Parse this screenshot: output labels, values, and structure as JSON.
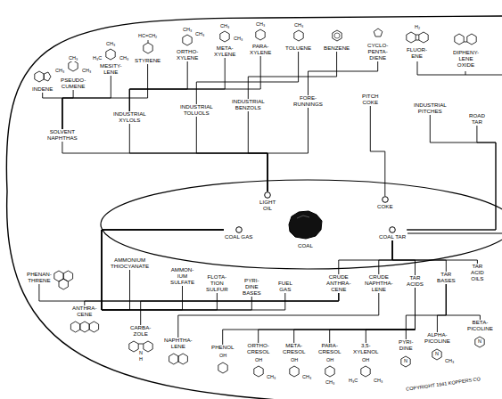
{
  "diagram": {
    "nodes": [
      {
        "text": [
          "INDENE"
        ]
      },
      {
        "text": [
          "PSEUDO- CUMENE"
        ]
      },
      {
        "text": [
          "MESITY- LENE"
        ]
      },
      {
        "text": [
          "STYRENE"
        ]
      },
      {
        "text": [
          "ORTHO- XYLENE"
        ]
      },
      {
        "text": [
          "META- XYLENE"
        ]
      },
      {
        "text": [
          "PARA- XYLENE"
        ]
      },
      {
        "text": [
          "TOLUENE"
        ]
      },
      {
        "text": [
          "BENZENE"
        ]
      },
      {
        "text": [
          "CYCLO- PENTA- DIENE"
        ]
      },
      {
        "text": [
          "FLUOR- ENE"
        ]
      },
      {
        "text": [
          "DIPHENY- LENE OXIDE"
        ]
      },
      {
        "text": [
          "SOLVENT NAPHTHAS"
        ]
      },
      {
        "text": [
          "INDUSTRIAL XYLOLS"
        ]
      },
      {
        "text": [
          "INDUSTRIAL TOLUOLS"
        ]
      },
      {
        "text": [
          "INDUSTRIAL BENZOLS"
        ]
      },
      {
        "text": [
          "FORE- RUNNINGS"
        ]
      },
      {
        "text": [
          "PITCH COKE"
        ]
      },
      {
        "text": [
          "INDUSTRIAL PITCHES"
        ]
      },
      {
        "text": [
          "ROAD TAR"
        ]
      },
      {
        "text": [
          "LIGHT OIL"
        ]
      },
      {
        "text": [
          "COKE"
        ]
      },
      {
        "text": [
          "COAL"
        ]
      },
      {
        "text": [
          "COAL GAS"
        ]
      },
      {
        "text": [
          "COAL TAR"
        ]
      },
      {
        "text": [
          "AMMONIUM THIOCYANATE"
        ]
      },
      {
        "text": [
          "AMMON- IUM SULFATE"
        ]
      },
      {
        "text": [
          "FLOTA- TION SULFUR"
        ]
      },
      {
        "text": [
          "PYRI- DINE BASES"
        ]
      },
      {
        "text": [
          "FUEL GAS"
        ]
      },
      {
        "text": [
          "CRUDE ANTHRA- CENE"
        ]
      },
      {
        "text": [
          "CRUDE NAPHTHA- LENE"
        ]
      },
      {
        "text": [
          "TAR ACIDS"
        ]
      },
      {
        "text": [
          "TAR BASES"
        ]
      },
      {
        "text": [
          "TAR ACID OILS"
        ]
      },
      {
        "text": [
          "PHENAN- THRENE"
        ]
      },
      {
        "text": [
          "ANTHRA- CENE"
        ]
      },
      {
        "text": [
          "CARBA- ZOLE"
        ]
      },
      {
        "text": [
          "NAPHTHA- LENE"
        ]
      },
      {
        "text": [
          "PHENOL"
        ]
      },
      {
        "text": [
          "ORTHO- CRESOL"
        ]
      },
      {
        "text": [
          "META- CRESOL"
        ]
      },
      {
        "text": [
          "PARA- CRESOL"
        ]
      },
      {
        "text": [
          "3,5- XYLENOL"
        ]
      },
      {
        "text": [
          "PYRI- DINE"
        ]
      },
      {
        "text": [
          "ALPHA- PICOLINE"
        ]
      },
      {
        "text": [
          "BETA- PICOLINE"
        ]
      }
    ],
    "edges": [
      {
        "from": 20,
        "to": 12,
        "arrow": "none"
      },
      {
        "from": 20,
        "to": 13,
        "arrow": "none"
      },
      {
        "from": 20,
        "to": 14,
        "arrow": "none"
      },
      {
        "from": 20,
        "to": 15,
        "arrow": "none"
      },
      {
        "from": 20,
        "to": 16,
        "arrow": "none"
      },
      {
        "from": 12,
        "to": 0,
        "arrow": "none"
      },
      {
        "from": 12,
        "to": 1,
        "arrow": "none"
      },
      {
        "from": 12,
        "to": 2,
        "arrow": "none"
      },
      {
        "from": 12,
        "to": 3,
        "arrow": "none"
      },
      {
        "from": 13,
        "to": 4,
        "arrow": "none"
      },
      {
        "from": 13,
        "to": 5,
        "arrow": "none"
      },
      {
        "from": 13,
        "to": 6,
        "arrow": "none"
      },
      {
        "from": 14,
        "to": 7,
        "arrow": "none"
      },
      {
        "from": 15,
        "to": 8,
        "arrow": "none"
      },
      {
        "from": 16,
        "to": 9,
        "arrow": "none"
      },
      {
        "from": 21,
        "to": 17,
        "arrow": "none"
      },
      {
        "from": 24,
        "to": 18,
        "arrow": "none"
      },
      {
        "from": 24,
        "to": 19,
        "arrow": "none"
      },
      {
        "from": 23,
        "to": 25,
        "arrow": "none"
      },
      {
        "from": 23,
        "to": 26,
        "arrow": "none"
      },
      {
        "from": 23,
        "to": 27,
        "arrow": "none"
      },
      {
        "from": 23,
        "to": 28,
        "arrow": "none"
      },
      {
        "from": 23,
        "to": 29,
        "arrow": "none"
      },
      {
        "from": 24,
        "to": 30,
        "arrow": "none"
      },
      {
        "from": 24,
        "to": 31,
        "arrow": "none"
      },
      {
        "from": 24,
        "to": 32,
        "arrow": "none"
      },
      {
        "from": 24,
        "to": 33,
        "arrow": "none"
      },
      {
        "from": 24,
        "to": 34,
        "arrow": "none"
      },
      {
        "from": 30,
        "to": 35,
        "arrow": "none"
      },
      {
        "from": 30,
        "to": 36,
        "arrow": "none"
      },
      {
        "from": 30,
        "to": 37,
        "arrow": "none"
      },
      {
        "from": 31,
        "to": 38,
        "arrow": "none"
      },
      {
        "from": 32,
        "to": 39,
        "arrow": "none"
      },
      {
        "from": 32,
        "to": 40,
        "arrow": "none"
      },
      {
        "from": 32,
        "to": 41,
        "arrow": "none"
      },
      {
        "from": 32,
        "to": 42,
        "arrow": "none"
      },
      {
        "from": 32,
        "to": 43,
        "arrow": "none"
      },
      {
        "from": 33,
        "to": 44,
        "arrow": "none"
      },
      {
        "from": 33,
        "to": 45,
        "arrow": "none"
      },
      {
        "from": 33,
        "to": 46,
        "arrow": "none"
      }
    ],
    "labels": [
      "CH₃",
      "CH₃",
      "CH₃",
      "CH₃",
      "H₃C",
      "CH₃",
      "HC=CH₂",
      "CH₃",
      "CH₃",
      "CH₃",
      "CH₃",
      "CH₃",
      "CH₃",
      "H₂",
      "N",
      "H",
      "OH",
      "OH",
      "CH₃",
      "OH",
      "CH₃",
      "OH",
      "CH₃",
      "OH",
      "H₃C",
      "CH₃",
      "N",
      "N",
      "CH₃",
      "N",
      "COPYRIGHT 1941 KOPPERS CO"
    ]
  }
}
